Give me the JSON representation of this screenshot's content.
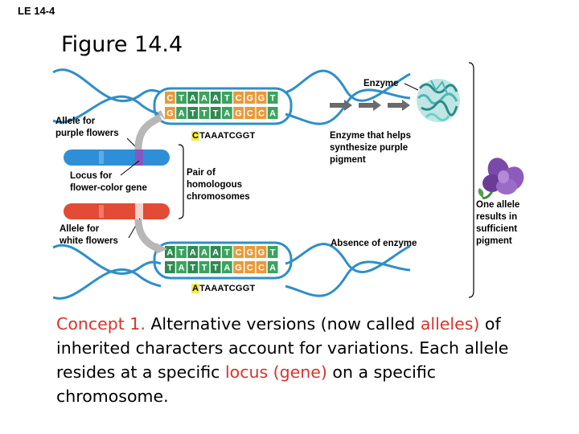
{
  "slide_tag": "LE 14-4",
  "figure_title": "Figure 14.4",
  "labels": {
    "allele_purple": "Allele for\npurple flowers",
    "locus": "Locus for\nflower-color gene",
    "pair": "Pair of\nhomologous\nchromosomes",
    "allele_white": "Allele for\nwhite flowers",
    "enzyme": "Enzyme",
    "enzyme_helps": "Enzyme that helps\nsynthesize purple\npigment",
    "absence": "Absence of enzyme",
    "one_allele": "One allele\nresults in\nsufficient\npigment"
  },
  "dna_top": {
    "strand_top": [
      "C",
      "T",
      "A",
      "A",
      "A",
      "T",
      "C",
      "G",
      "G",
      "T"
    ],
    "strand_bottom": [
      "G",
      "A",
      "T",
      "T",
      "T",
      "A",
      "G",
      "C",
      "C",
      "A"
    ],
    "seq_first": "C",
    "seq_rest": "TAAATCGGT"
  },
  "dna_bottom": {
    "strand_top": [
      "A",
      "T",
      "A",
      "A",
      "A",
      "T",
      "C",
      "G",
      "G",
      "T"
    ],
    "strand_bottom": [
      "T",
      "A",
      "T",
      "T",
      "T",
      "A",
      "G",
      "C",
      "C",
      "A"
    ],
    "seq_first": "A",
    "seq_rest": "TAAATCGGT"
  },
  "concept": {
    "lead": "Concept 1.",
    "t1": " Alternative versions (now called ",
    "alleles": "alleles)",
    "t2": " of inherited characters account for variations. Each allele resides at a specific ",
    "locus": "locus (gene)",
    "t3": " on a specific chromosome."
  },
  "colors": {
    "dna_blue": "#2e8fc8",
    "chrom_blue": "#2f8fd6",
    "chrom_red": "#e24b36",
    "base_orange": "#e9993a",
    "base_green": "#3aa35e",
    "highlight": "#f4ea50",
    "concept_red": "#d9332b",
    "arrow_gray": "#6b6b6b",
    "enzyme_teal": "#49b8b3",
    "flower_purple": "#7b4aa8"
  }
}
